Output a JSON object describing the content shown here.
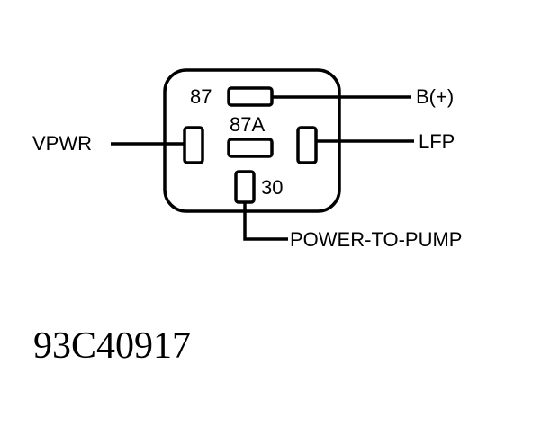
{
  "diagram": {
    "terminals": {
      "t87": "87",
      "t87a": "87A",
      "t30": "30"
    },
    "connections": {
      "b_plus": "B(+)",
      "vpwr": "VPWR",
      "lfp": "LFP",
      "power_to_pump": "POWER-TO-PUMP"
    },
    "figure_code": "93C40917"
  }
}
